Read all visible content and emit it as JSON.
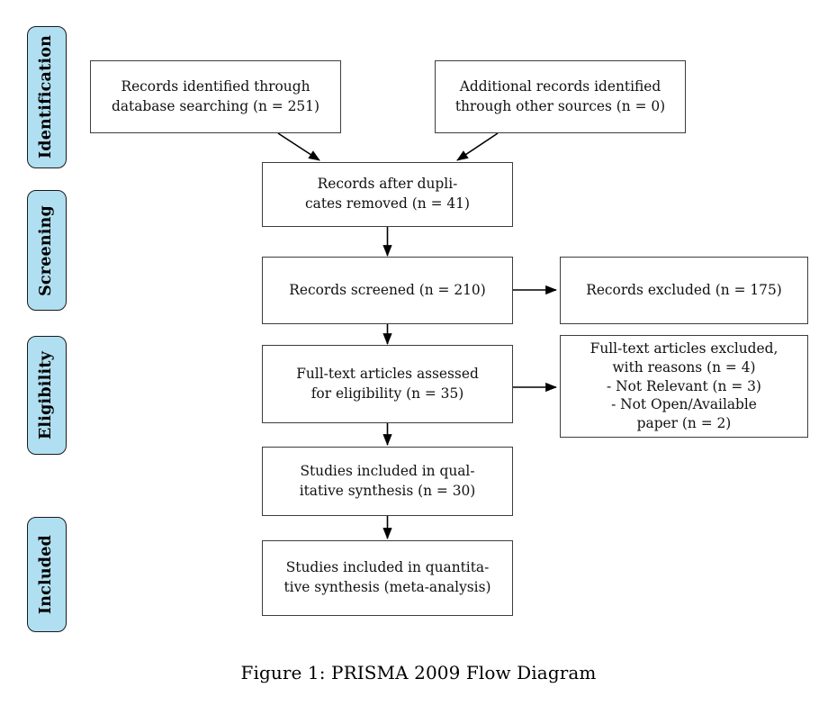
{
  "figure": {
    "caption": "Figure 1: PRISMA 2009 Flow Diagram",
    "background_color": "#ffffff"
  },
  "colors": {
    "stage_tab_fill": "#b0dff1",
    "stage_tab_border": "#1a1a1a",
    "box_fill": "#ffffff",
    "box_border": "#3d3d3d",
    "connector": "#000000",
    "text": "#000000"
  },
  "stages": [
    {
      "id": "identification",
      "label": "Identification"
    },
    {
      "id": "screening",
      "label": "Screening"
    },
    {
      "id": "eligibility",
      "label": "Eligibility"
    },
    {
      "id": "included",
      "label": "Included"
    }
  ],
  "boxes": {
    "records_database": "Records identified through\ndatabase searching (n = 251)",
    "records_other": "Additional records identified\nthrough other sources (n = 0)",
    "duplicates_removed": "Records after dupli-\ncates removed (n = 41)",
    "records_screened": "Records screened (n = 210)",
    "records_excluded": "Records excluded (n = 175)",
    "fulltext_assessed": "Full-text articles assessed\nfor eligibility (n = 35)",
    "fulltext_excluded": "Full-text articles excluded,\nwith reasons (n = 4)\n- Not Relevant (n = 3)\n- Not Open/Available\npaper (n = 2)",
    "qualitative_synthesis": "Studies included in qual-\nitative synthesis (n = 30)",
    "quantitative_synthesis": "Studies included in quantita-\ntive synthesis (meta-analysis)"
  },
  "counts": {
    "identified_database": 251,
    "identified_other": 0,
    "after_duplicates": 41,
    "screened": 210,
    "excluded_screening": 175,
    "fulltext_assessed": 35,
    "fulltext_excluded_total": 4,
    "excluded_not_relevant": 3,
    "excluded_not_open_available": 2,
    "qualitative_synthesis": 30
  }
}
